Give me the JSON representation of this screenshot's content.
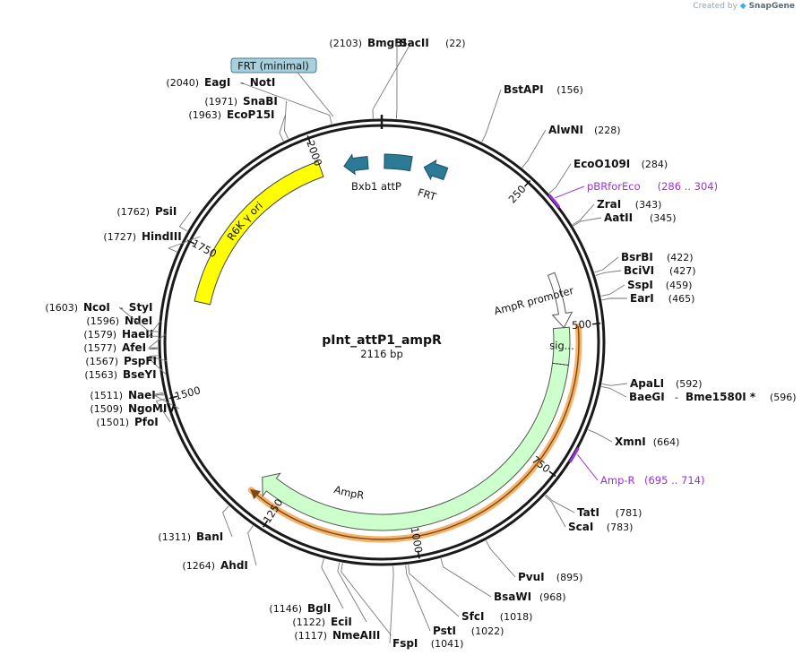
{
  "credit": {
    "prefix": "Created by",
    "brand": "SnapGene"
  },
  "plasmid": {
    "name": "pInt_attP1_ampR",
    "length_label": "2116 bp",
    "length": 2116
  },
  "colors": {
    "backbone": "#1a1a1a",
    "primer": "#9b30d9",
    "ori_fill": "#ffff00",
    "ampr_fill": "#ccffcc",
    "orange_glow": "#f5b26b",
    "teal": "#2c7a95",
    "frt_box": "#a8d0dc"
  },
  "ticks": [
    {
      "pos": 250,
      "label": "250"
    },
    {
      "pos": 500,
      "label": "500"
    },
    {
      "pos": 750,
      "label": "750"
    },
    {
      "pos": 1000,
      "label": "1000"
    },
    {
      "pos": 1250,
      "label": "1250"
    },
    {
      "pos": 1500,
      "label": "1500"
    },
    {
      "pos": 1750,
      "label": "1750"
    },
    {
      "pos": 2000,
      "label": "2000"
    }
  ],
  "sites": [
    {
      "id": "bmgbi",
      "pos": 2103,
      "name": "BmgBI",
      "pos_label": "(2103)",
      "side": "left"
    },
    {
      "id": "sacii",
      "pos": 22,
      "name": "SacII",
      "pos_label": "(22)",
      "side": "right"
    },
    {
      "id": "bstapi",
      "pos": 156,
      "name": "BstAPI",
      "pos_label": "(156)",
      "side": "right"
    },
    {
      "id": "alwni",
      "pos": 228,
      "name": "AlwNI",
      "pos_label": "(228)",
      "side": "right"
    },
    {
      "id": "eco0109i",
      "pos": 284,
      "name": "EcoO109I",
      "pos_label": "(284)",
      "side": "right"
    },
    {
      "id": "zrai",
      "pos": 343,
      "name": "ZraI",
      "pos_label": "(343)",
      "side": "right"
    },
    {
      "id": "aatii",
      "pos": 345,
      "name": "AatII",
      "pos_label": "(345)",
      "side": "right"
    },
    {
      "id": "bsrbi",
      "pos": 422,
      "name": "BsrBI",
      "pos_label": "(422)",
      "side": "right"
    },
    {
      "id": "bcivi",
      "pos": 427,
      "name": "BciVI",
      "pos_label": "(427)",
      "side": "right"
    },
    {
      "id": "sspi",
      "pos": 459,
      "name": "SspI",
      "pos_label": "(459)",
      "side": "right"
    },
    {
      "id": "eari",
      "pos": 465,
      "name": "EarI",
      "pos_label": "(465)",
      "side": "right"
    },
    {
      "id": "apali",
      "pos": 592,
      "name": "ApaLI",
      "pos_label": "(592)",
      "side": "right"
    },
    {
      "id": "baegi",
      "pos": 596,
      "name": "BaeGI",
      "pos_label": "(596)",
      "side": "right",
      "extra": "Bme1580I *"
    },
    {
      "id": "xmni",
      "pos": 664,
      "name": "XmnI",
      "pos_label": "(664)",
      "side": "right"
    },
    {
      "id": "tati",
      "pos": 781,
      "name": "TatI",
      "pos_label": "(781)",
      "side": "right"
    },
    {
      "id": "scai",
      "pos": 783,
      "name": "ScaI",
      "pos_label": "(783)",
      "side": "right"
    },
    {
      "id": "pvui",
      "pos": 895,
      "name": "PvuI",
      "pos_label": "(895)",
      "side": "right"
    },
    {
      "id": "bsawi",
      "pos": 968,
      "name": "BsaWI",
      "pos_label": "(968)",
      "side": "right"
    },
    {
      "id": "sfci",
      "pos": 1018,
      "name": "SfcI",
      "pos_label": "(1018)",
      "side": "right"
    },
    {
      "id": "psti",
      "pos": 1022,
      "name": "PstI",
      "pos_label": "(1022)",
      "side": "right"
    },
    {
      "id": "fspi",
      "pos": 1041,
      "name": "FspI",
      "pos_label": "(1041)",
      "side": "right"
    },
    {
      "id": "nmeaiii",
      "pos": 1117,
      "name": "NmeAIII",
      "pos_label": "(1117)",
      "side": "left"
    },
    {
      "id": "ecii",
      "pos": 1122,
      "name": "EciI",
      "pos_label": "(1122)",
      "side": "left"
    },
    {
      "id": "bgli",
      "pos": 1146,
      "name": "BglI",
      "pos_label": "(1146)",
      "side": "left"
    },
    {
      "id": "ahdi",
      "pos": 1264,
      "name": "AhdI",
      "pos_label": "(1264)",
      "side": "left"
    },
    {
      "id": "bani",
      "pos": 1311,
      "name": "BanI",
      "pos_label": "(1311)",
      "side": "left"
    },
    {
      "id": "pfoi",
      "pos": 1501,
      "name": "PfoI",
      "pos_label": "(1501)",
      "side": "left"
    },
    {
      "id": "ngomiv",
      "pos": 1509,
      "name": "NgoMIV",
      "pos_label": "(1509)",
      "side": "left"
    },
    {
      "id": "naei",
      "pos": 1511,
      "name": "NaeI",
      "pos_label": "(1511)",
      "side": "left"
    },
    {
      "id": "bseyi",
      "pos": 1563,
      "name": "BseYI",
      "pos_label": "(1563)",
      "side": "left"
    },
    {
      "id": "pspfi",
      "pos": 1567,
      "name": "PspFI",
      "pos_label": "(1567)",
      "side": "left"
    },
    {
      "id": "afei",
      "pos": 1577,
      "name": "AfeI",
      "pos_label": "(1577)",
      "side": "left"
    },
    {
      "id": "haeii",
      "pos": 1579,
      "name": "HaeII",
      "pos_label": "(1579)",
      "side": "left"
    },
    {
      "id": "ndei",
      "pos": 1596,
      "name": "NdeI",
      "pos_label": "(1596)",
      "side": "left"
    },
    {
      "id": "ncoi",
      "pos": 1603,
      "name": "NcoI",
      "pos_label": "(1603)",
      "side": "left",
      "extra": "StyI"
    },
    {
      "id": "hindiii",
      "pos": 1727,
      "name": "HindIII",
      "pos_label": "(1727)",
      "side": "left"
    },
    {
      "id": "psii",
      "pos": 1762,
      "name": "PsiI",
      "pos_label": "(1762)",
      "side": "left"
    },
    {
      "id": "ecop15i",
      "pos": 1963,
      "name": "EcoP15I",
      "pos_label": "(1963)",
      "side": "left"
    },
    {
      "id": "snabi",
      "pos": 1971,
      "name": "SnaBI",
      "pos_label": "(1971)",
      "side": "left"
    },
    {
      "id": "eagi",
      "pos": 2040,
      "name": "EagI",
      "pos_label": "(2040)",
      "side": "left",
      "extra": "NotI"
    }
  ],
  "primers": [
    {
      "id": "pbrforeco",
      "name": "pBRforEco",
      "range": "(286 .. 304)",
      "start": 286,
      "end": 304
    },
    {
      "id": "amp-r",
      "name": "Amp-R",
      "range": "(695 .. 714)",
      "start": 695,
      "end": 714
    }
  ],
  "features": [
    {
      "id": "r6k-ori",
      "label": "R6K γ ori",
      "start": 1660,
      "end": 2002,
      "type": "ori"
    },
    {
      "id": "ampr",
      "label": "AmpR",
      "start": 568,
      "end": 1302,
      "type": "cds",
      "direction": "reverse"
    },
    {
      "id": "ampr-signal",
      "label": "sig...",
      "start": 502,
      "end": 570,
      "type": "signal"
    },
    {
      "id": "ampr-promoter",
      "label": "AmpR promoter",
      "start": 400,
      "end": 502,
      "type": "promoter",
      "direction": "reverse"
    },
    {
      "id": "bxb1-attp",
      "label": "Bxb1 attP",
      "start": 2045,
      "end": 2090,
      "type": "small",
      "direction": "reverse"
    },
    {
      "id": "att-block",
      "label": "",
      "start": 5,
      "end": 55,
      "type": "box"
    },
    {
      "id": "frt",
      "label": "FRT",
      "start": 80,
      "end": 122,
      "type": "small",
      "direction": "reverse"
    }
  ],
  "frt_minimal": {
    "label": "FRT (minimal)"
  }
}
